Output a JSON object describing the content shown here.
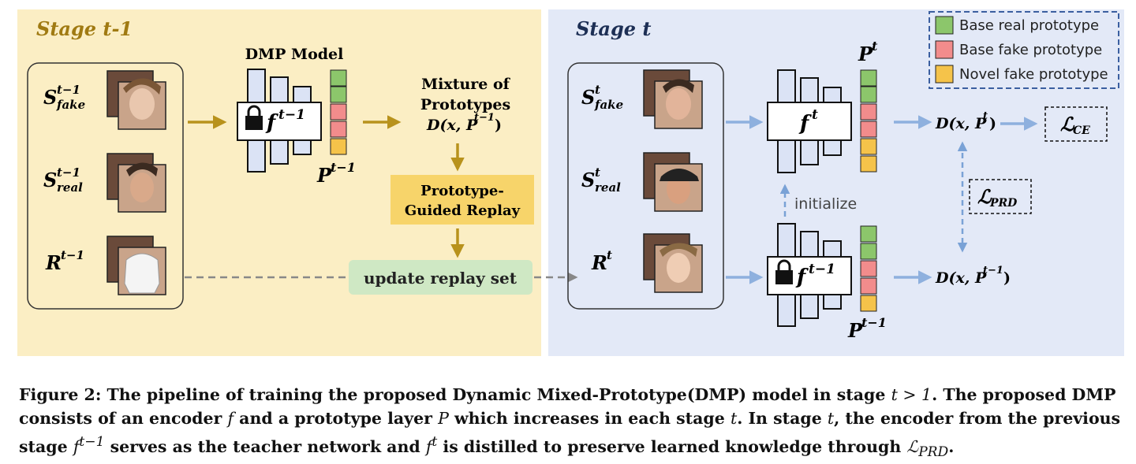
{
  "stage_prev": {
    "title": "Stage t-1"
  },
  "stage_curr": {
    "title": "Stage t"
  },
  "dmp_model_label": "DMP Model",
  "mixture": {
    "line1": "Mixture of",
    "line2": "Prototypes",
    "line3": "D(x, P",
    "line3_sup": "t−1",
    "line3_end": ")"
  },
  "replay": {
    "line1": "Prototype-",
    "line2": "Guided Replay"
  },
  "update_label": "update replay set",
  "initialize_label": "initialize",
  "set_symbols": {
    "S": "S",
    "R": "R"
  },
  "sub_fake": "fake",
  "sub_real": "real",
  "sup_prev": "t−1",
  "sup_curr": "t",
  "encoder_symbol": "f",
  "prototype_symbol": "P",
  "outputs": {
    "d_curr": "D(x, P",
    "d_prev": "D(x, P",
    "close": ")"
  },
  "losses": {
    "ce": "ℒ",
    "ce_sub": "CE",
    "prd": "ℒ",
    "prd_sub": "PRD"
  },
  "legend": [
    {
      "label": "Base real prototype",
      "color": "#8cc66b"
    },
    {
      "label": "Base fake prototype",
      "color": "#f28c8c"
    },
    {
      "label": "Novel fake prototype",
      "color": "#f5c34a"
    }
  ],
  "colors": {
    "stage_prev_bg": "#fbeec4",
    "stage_curr_bg": "#e3e9f7",
    "gold_arrow": "#b8921c",
    "blue_arrow": "#8eb0de",
    "replay_bg": "#f7d46a",
    "update_bg": "#cfe8c4"
  },
  "caption": {
    "p1": "Figure 2: The pipeline of training the proposed Dynamic Mixed-Prototype(DMP) model in stage ",
    "m1": "t > 1",
    "p2": ". The proposed DMP consists of an encoder ",
    "m2": "f",
    "p3": " and a prototype layer ",
    "m3": "P",
    "p4": " which increases in each stage ",
    "m4": "t",
    "p5": ". In stage ",
    "m5": "t",
    "p6": ", the encoder from the previous stage ",
    "m6": "f",
    "m6_sup": "t−1",
    "p7": " serves as the teacher network and ",
    "m7": "f",
    "m7_sup": "t",
    "p8": " is distilled to preserve learned knowledge through ",
    "m8": "ℒ",
    "m8_sub": "PRD",
    "p9": "."
  }
}
